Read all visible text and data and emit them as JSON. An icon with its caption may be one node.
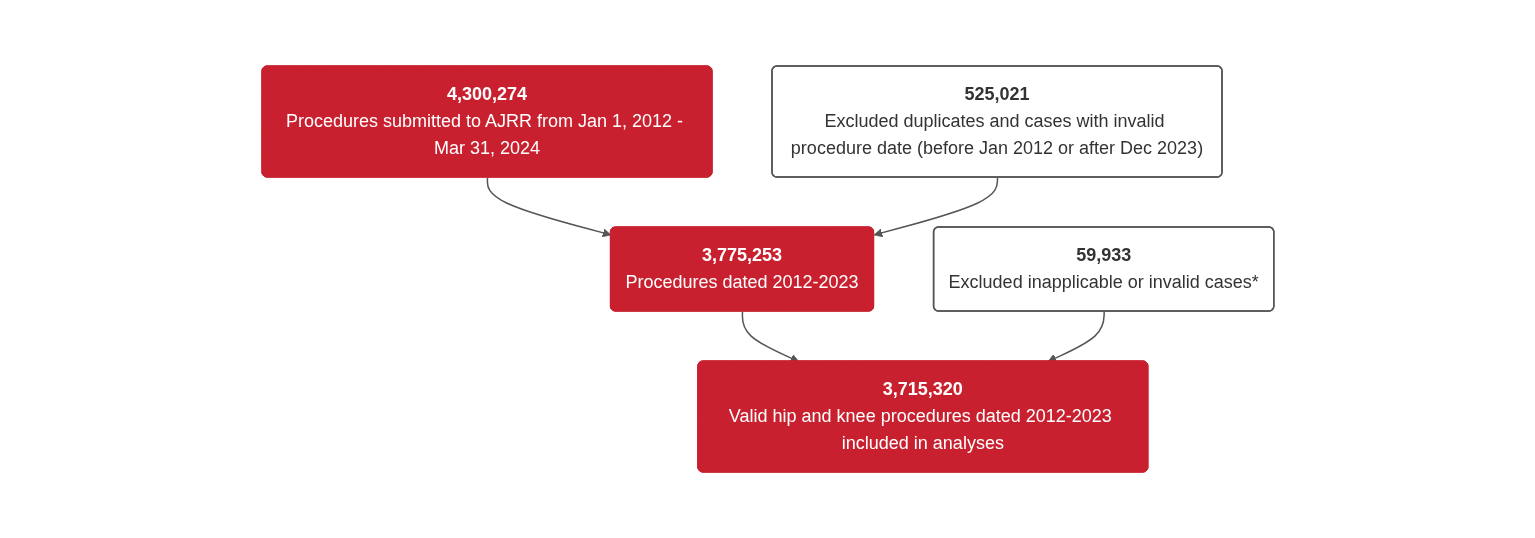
{
  "diagram": {
    "nodes": [
      {
        "text": [
          "4,300,274",
          "Procedures submitted to AJRR from Jan 1, 2012 - Mar 31, 2024"
        ]
      },
      {
        "text": [
          "525,021",
          "Excluded duplicates and cases with invalid procedure date (before Jan 2012 or after Dec 2023)"
        ]
      },
      {
        "text": [
          "3,775,253",
          "Procedures dated 2012-2023"
        ]
      },
      {
        "text": [
          "59,933",
          "Excluded inapplicable or invalid cases*"
        ]
      },
      {
        "text": [
          "3,715,320",
          "Valid hip and knee procedures dated 2012-2023 included in analyses"
        ]
      }
    ],
    "edges": [
      {
        "from": 0,
        "to": 2,
        "arrow": "to"
      },
      {
        "from": 1,
        "to": 2,
        "arrow": "to"
      },
      {
        "from": 2,
        "to": 4,
        "arrow": "to"
      },
      {
        "from": 3,
        "to": 4,
        "arrow": "to"
      }
    ]
  }
}
